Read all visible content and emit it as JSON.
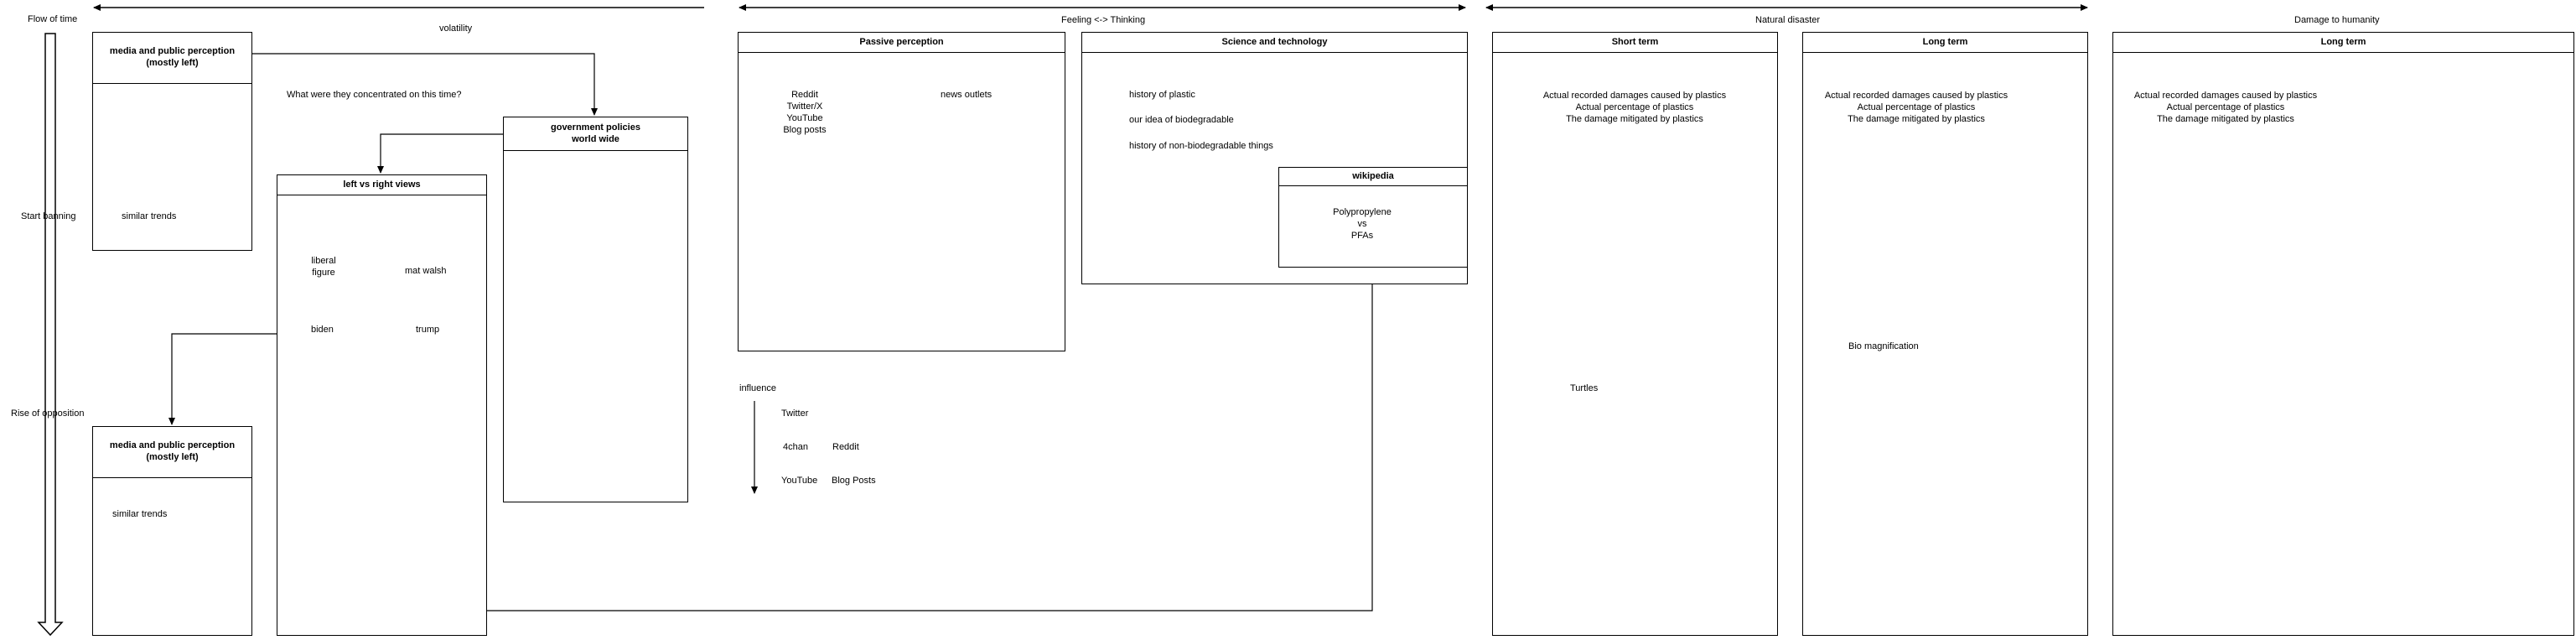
{
  "labels": {
    "flow_of_time": "Flow of time",
    "volatility": "volatility",
    "start_banning": "Start banning",
    "rise_of_opposition": "Rise of opposition",
    "concentrated_question": "What were they concentrated on this time?",
    "feeling_thinking": "Feeling <-> Thinking",
    "natural_disaster": "Natural disaster",
    "damage_to_humanity": "Damage to humanity",
    "influence": "influence"
  },
  "media_top": {
    "title": "media and public perception\n(mostly left)",
    "similar": "similar trends"
  },
  "media_bottom": {
    "title": "media and public perception\n(mostly left)",
    "similar": "similar trends"
  },
  "gov": {
    "title": "government policies\nworld wide"
  },
  "lr": {
    "title": "left vs right views",
    "liberal": "liberal\nfigure",
    "mat": "mat walsh",
    "biden": "biden",
    "trump": "trump"
  },
  "passive": {
    "title": "Passive perception",
    "list": "Reddit\nTwitter/X\nYouTube\nBlog posts",
    "news": "news outlets"
  },
  "science": {
    "title": "Science and technology",
    "plastic": "history of plastic",
    "biodegradable": "our idea of biodegradable",
    "nonbio": "history of non-biodegradable things"
  },
  "wiki": {
    "title": "wikipedia",
    "body": "Polypropylene\nvs\nPFAs"
  },
  "influence_items": {
    "twitter": "Twitter",
    "fourchan": "4chan",
    "reddit": "Reddit",
    "youtube": "YouTube",
    "blog": "Blog Posts"
  },
  "short_term": {
    "title": "Short term",
    "body": "Actual recorded damages caused by plastics\nActual percentage of plastics\nThe damage mitigated by plastics",
    "turtles": "Turtles"
  },
  "long_term_1": {
    "title": "Long term",
    "body": "Actual recorded damages caused by plastics\nActual percentage of plastics\nThe damage mitigated by plastics",
    "bio": "Bio magnification"
  },
  "long_term_2": {
    "title": "Long term",
    "body": "Actual recorded damages caused by plastics\nActual percentage of plastics\nThe damage mitigated by plastics"
  }
}
